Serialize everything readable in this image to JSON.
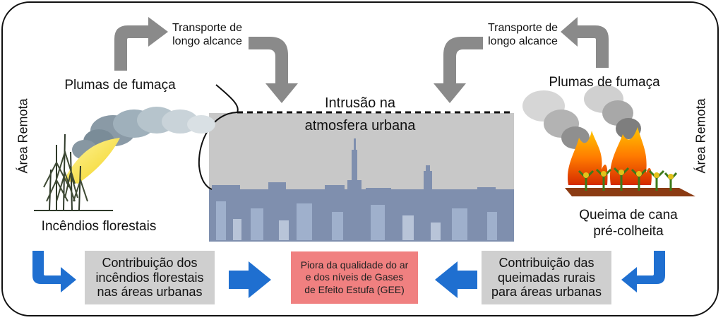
{
  "left_side": {
    "label_remote": "Área Remota",
    "plumes": "Plumas de fumaça",
    "transport_line1": "Transporte de",
    "transport_line2": "longo alcance",
    "fires": "Incêndios florestais",
    "contribution_line1": "Contribuição dos",
    "contribution_line2": "incêndios florestais",
    "contribution_line3": "nas áreas urbanas"
  },
  "center": {
    "intrusion_line1": "Intrusão na",
    "intrusion_line2": "atmosfera urbana",
    "impact_line1": "Piora da qualidade do ar",
    "impact_line2": "e dos níveis de Gases",
    "impact_line3": "de Efeito Estufa (GEE)"
  },
  "right_side": {
    "label_remote": "Área Remota",
    "plumes": "Plumas de fumaça",
    "transport_line1": "Transporte de",
    "transport_line2": "longo alcance",
    "burning_line1": "Queima de cana",
    "burning_line2": "pré-colheita",
    "contribution_line1": "Contribuição das",
    "contribution_line2": "queimadas rurais",
    "contribution_line3": "para áreas urbanas"
  },
  "colors": {
    "gray_arrow": "#8a8a8a",
    "blue_arrow": "#1f6fd0",
    "gray_box": "#cfcfcf",
    "red_box": "#f08080",
    "city_sky": "#c8c8c8",
    "city_buildings": "#7f8fae"
  }
}
